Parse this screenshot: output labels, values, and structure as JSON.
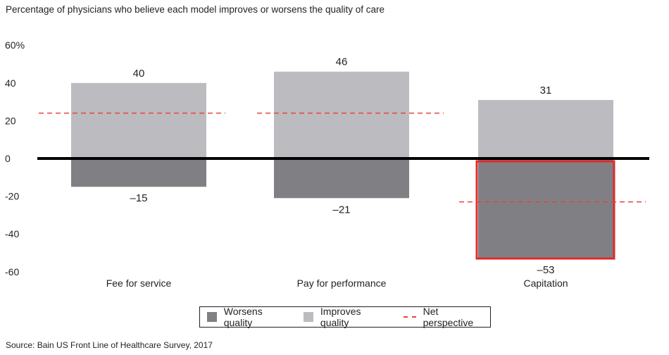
{
  "subtitle": "Percentage of physicians who believe each model improves or worsens the quality of care",
  "source": "Source: Bain US Front Line of Healthcare Survey, 2017",
  "colors": {
    "worsens": "#808084",
    "improves": "#bcbcc0",
    "net": "#e8413c",
    "highlight": "#e02b2b",
    "axis": "#000000"
  },
  "legend": {
    "worsens": "Worsens quality",
    "improves": "Improves quality",
    "net": "Net perspective"
  },
  "chart_data": {
    "type": "bar",
    "categories": [
      "Fee for service",
      "Pay for performance",
      "Capitation"
    ],
    "series": [
      {
        "name": "Improves quality",
        "values": [
          40,
          46,
          31
        ]
      },
      {
        "name": "Worsens quality",
        "values": [
          -15,
          -21,
          -53
        ]
      },
      {
        "name": "Net perspective",
        "values": [
          24,
          24,
          -23
        ]
      }
    ],
    "value_labels": {
      "improves": [
        "40",
        "46",
        "31"
      ],
      "worsens": [
        "–15",
        "–21",
        "–53"
      ]
    },
    "highlighted_category": "Capitation",
    "yticks": [
      "60%",
      "40",
      "20",
      "0",
      "-20",
      "-40",
      "-60"
    ],
    "ylim": [
      -60,
      60
    ],
    "grid": false,
    "legend_position": "bottom"
  }
}
